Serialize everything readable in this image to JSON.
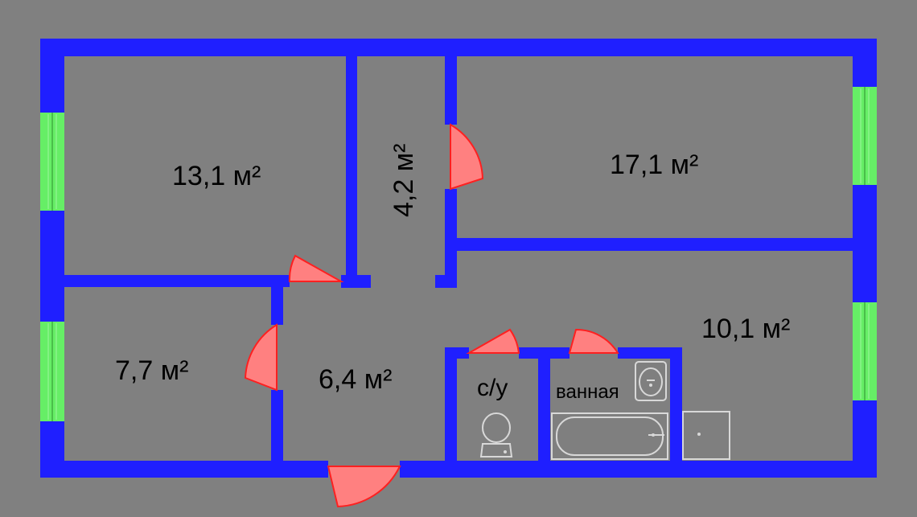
{
  "plan": {
    "colors": {
      "background": "#808080",
      "wall": "#1f1fff",
      "window": "#66ee66",
      "door": "#ff8080",
      "door_edge": "#ff2020",
      "fixture_fill": "#7f7f7f",
      "fixture_line": "#d8d8d8"
    },
    "rooms": [
      {
        "id": "room-bedroom-nw",
        "area": "13,1 м²"
      },
      {
        "id": "room-corridor-narrow",
        "area": "4,2 м²"
      },
      {
        "id": "room-large-ne",
        "area": "17,1 м²"
      },
      {
        "id": "room-sw",
        "area": "7,7 м²"
      },
      {
        "id": "room-hall",
        "area": "6,4 м²"
      },
      {
        "id": "room-kitchen",
        "area": "10,1 м²"
      }
    ],
    "labels": {
      "toilet": "с/у",
      "bathroom": "ванная"
    },
    "icons": [
      "toilet-icon",
      "sink-icon",
      "bathtub-icon",
      "stove-icon"
    ]
  }
}
